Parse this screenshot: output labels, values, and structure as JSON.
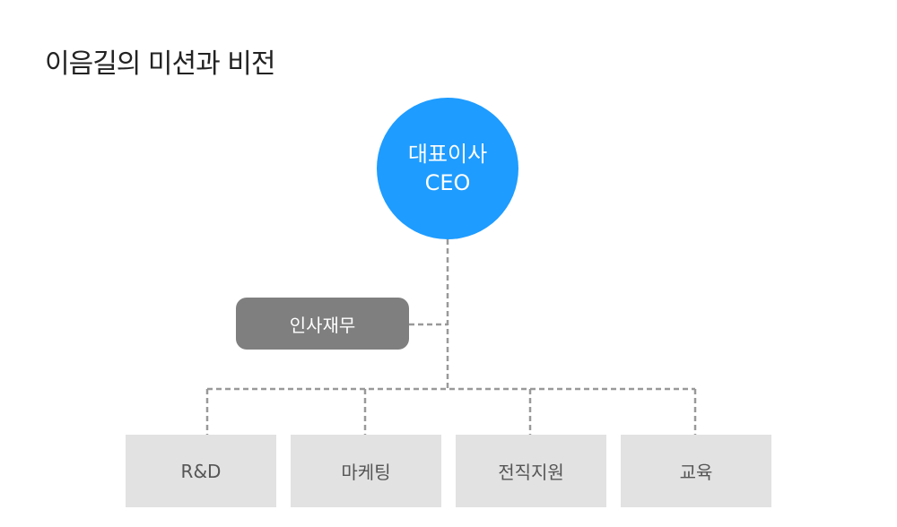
{
  "title": "이음길의 미션과 비전",
  "ceo": {
    "line1": "대표이사",
    "line2": "CEO"
  },
  "hr": {
    "label": "인사재무"
  },
  "departments": [
    {
      "label": "R&D"
    },
    {
      "label": "마케팅"
    },
    {
      "label": "전직지원"
    },
    {
      "label": "교육"
    }
  ],
  "colors": {
    "ceo": "#1e9cff",
    "hr": "#7f7f7f",
    "department": "#e2e2e2",
    "connector": "#999999"
  }
}
